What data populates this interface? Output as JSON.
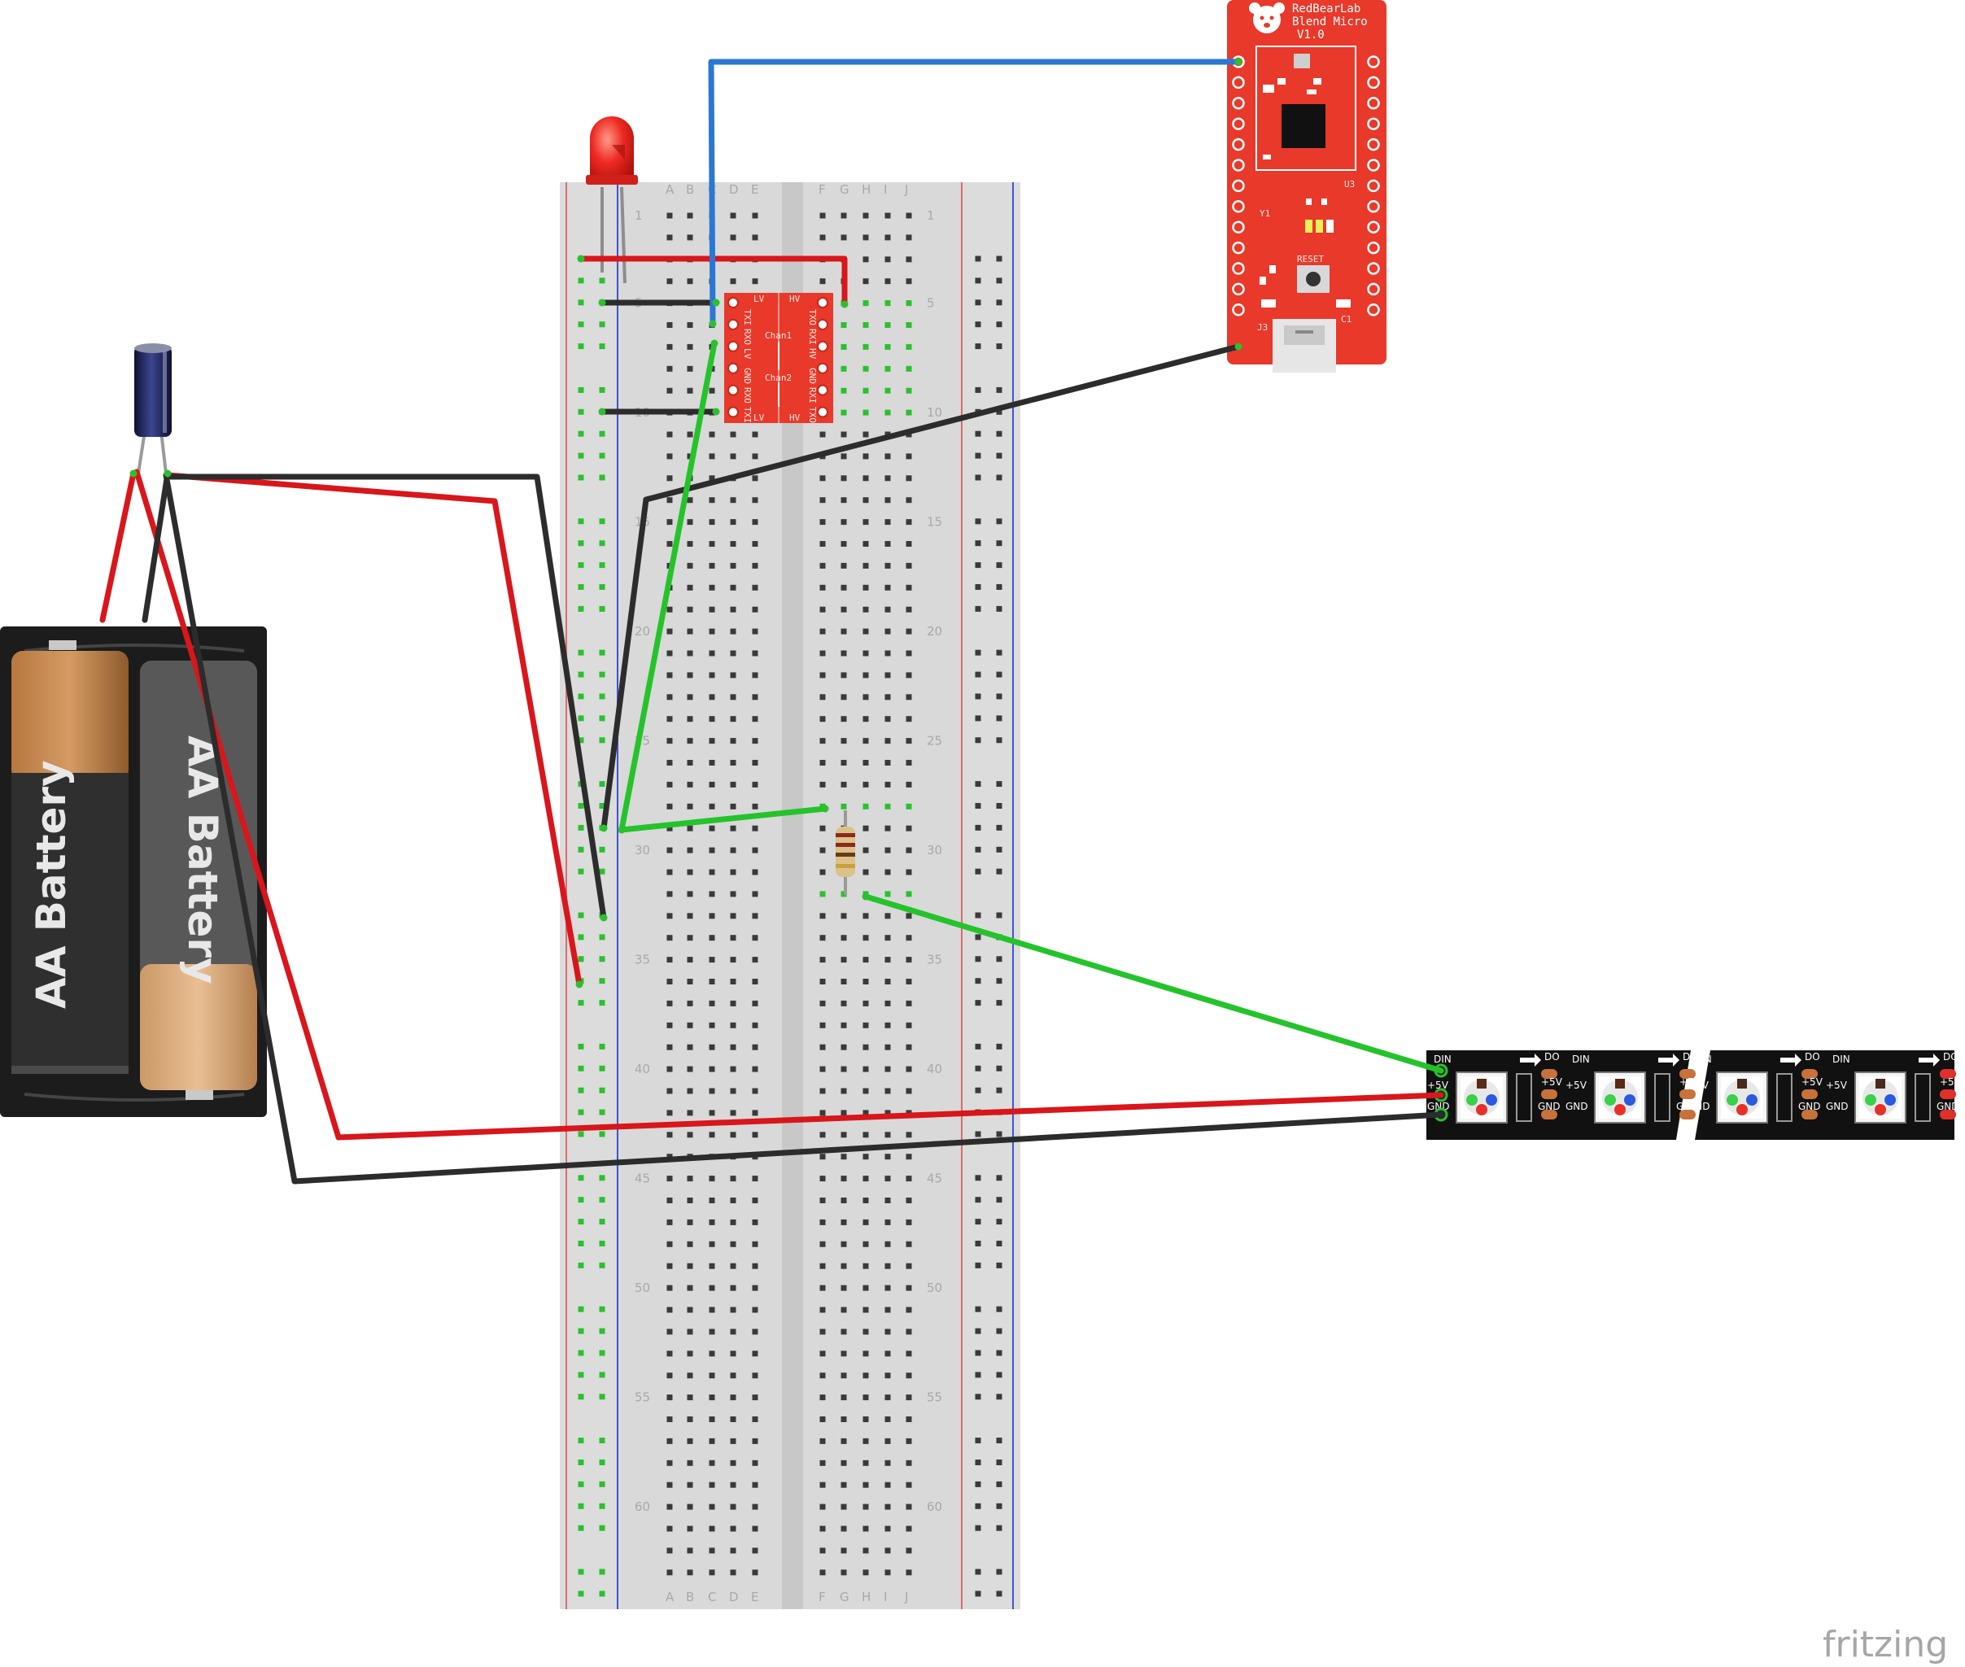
{
  "breadboard": {
    "col_letters_left": [
      "A",
      "B",
      "C",
      "D",
      "E"
    ],
    "col_letters_right": [
      "F",
      "G",
      "H",
      "I",
      "J"
    ],
    "row_numbers": [
      "1",
      "5",
      "10",
      "15",
      "20",
      "25",
      "30",
      "35",
      "40",
      "45",
      "50",
      "55",
      "60"
    ]
  },
  "battery": {
    "label_1": "AA Battery",
    "label_2": "AA Battery"
  },
  "level_shifter": {
    "pins_left": [
      "TXI",
      "RXO",
      "LV",
      "GND",
      "RXO",
      "TXI"
    ],
    "pins_right": [
      "TXO",
      "RXI",
      "HV",
      "GND",
      "RXI",
      "TXO"
    ],
    "top_left": "LV",
    "top_right": "HV",
    "bottom_left": "LV",
    "bottom_right": "HV",
    "chan1": "Chan1",
    "chan2": "Chan2"
  },
  "microcontroller": {
    "brand": "RedBearLab",
    "model": "Blend Micro",
    "version": "V1.0",
    "reset_label": "RESET",
    "u3": "U3",
    "y1": "Y1",
    "j3": "J3",
    "c1": "C1",
    "color": "#e8392a"
  },
  "led_strip": {
    "din": "DIN",
    "do": "DO",
    "v5": "+5V",
    "gnd": "GND"
  },
  "wire_colors": {
    "red": "#d8161b",
    "black": "#2c2c2c",
    "green": "#25c32b",
    "blue": "#2a77d4"
  },
  "watermark": "fritzing"
}
